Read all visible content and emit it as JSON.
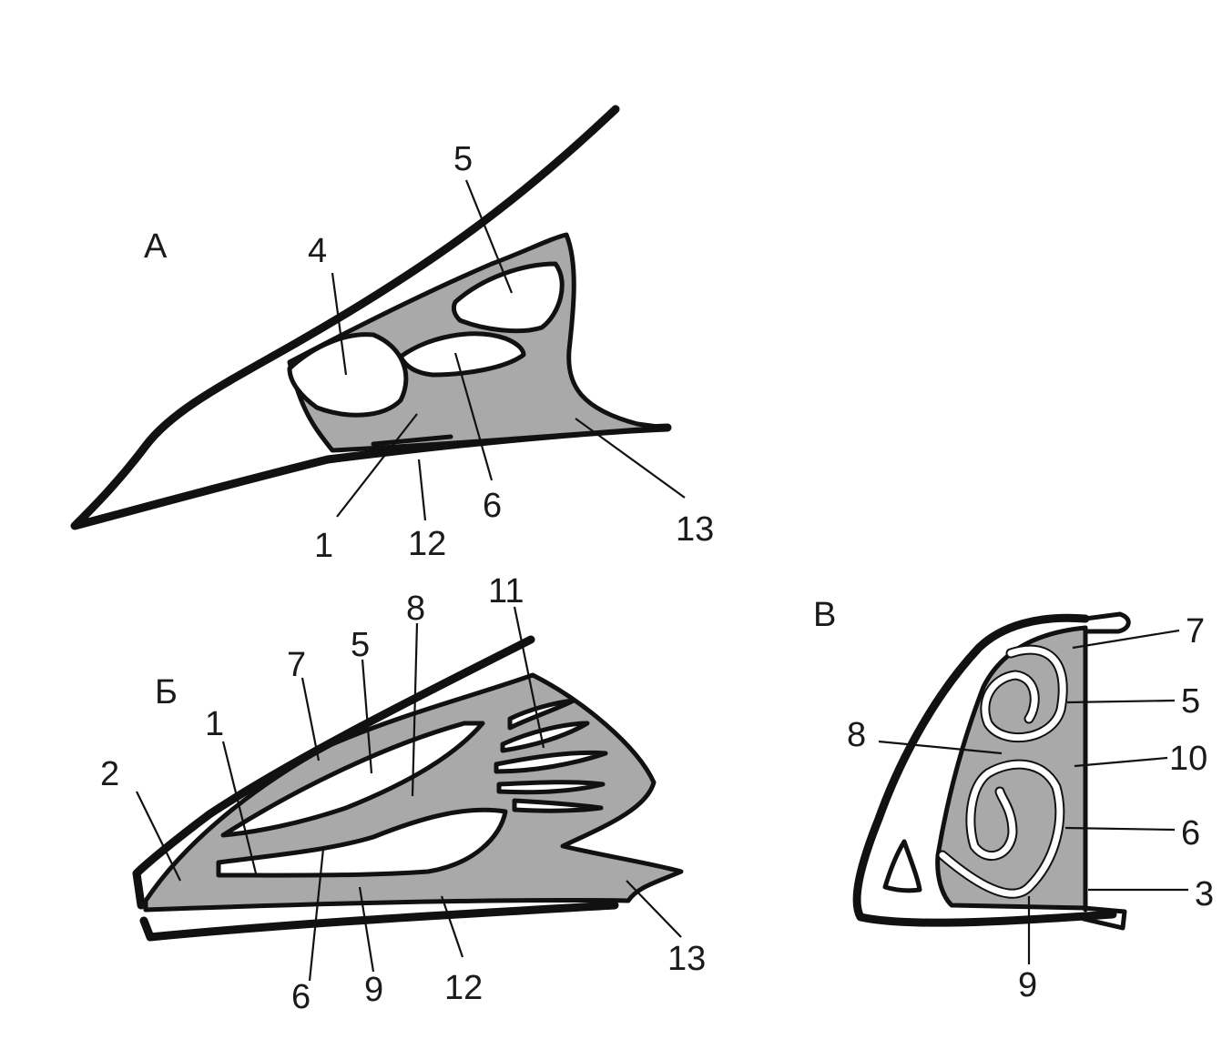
{
  "colors": {
    "tissue": "#a9a9a9",
    "outline": "#111111",
    "background": "#ffffff"
  },
  "panels": {
    "a": {
      "letter": "А",
      "labels": {
        "n4": "4",
        "n5": "5",
        "n1": "1",
        "n12": "12",
        "n6": "6",
        "n13": "13"
      }
    },
    "b": {
      "letter": "Б",
      "labels": {
        "n2": "2",
        "n1": "1",
        "n7": "7",
        "n5": "5",
        "n8": "8",
        "n11": "11",
        "n6": "6",
        "n9": "9",
        "n12": "12",
        "n13": "13"
      }
    },
    "c": {
      "letter": "В",
      "labels": {
        "n7": "7",
        "n5": "5",
        "n10": "10",
        "n8": "8",
        "n6": "6",
        "n3": "3",
        "n9": "9"
      }
    }
  }
}
